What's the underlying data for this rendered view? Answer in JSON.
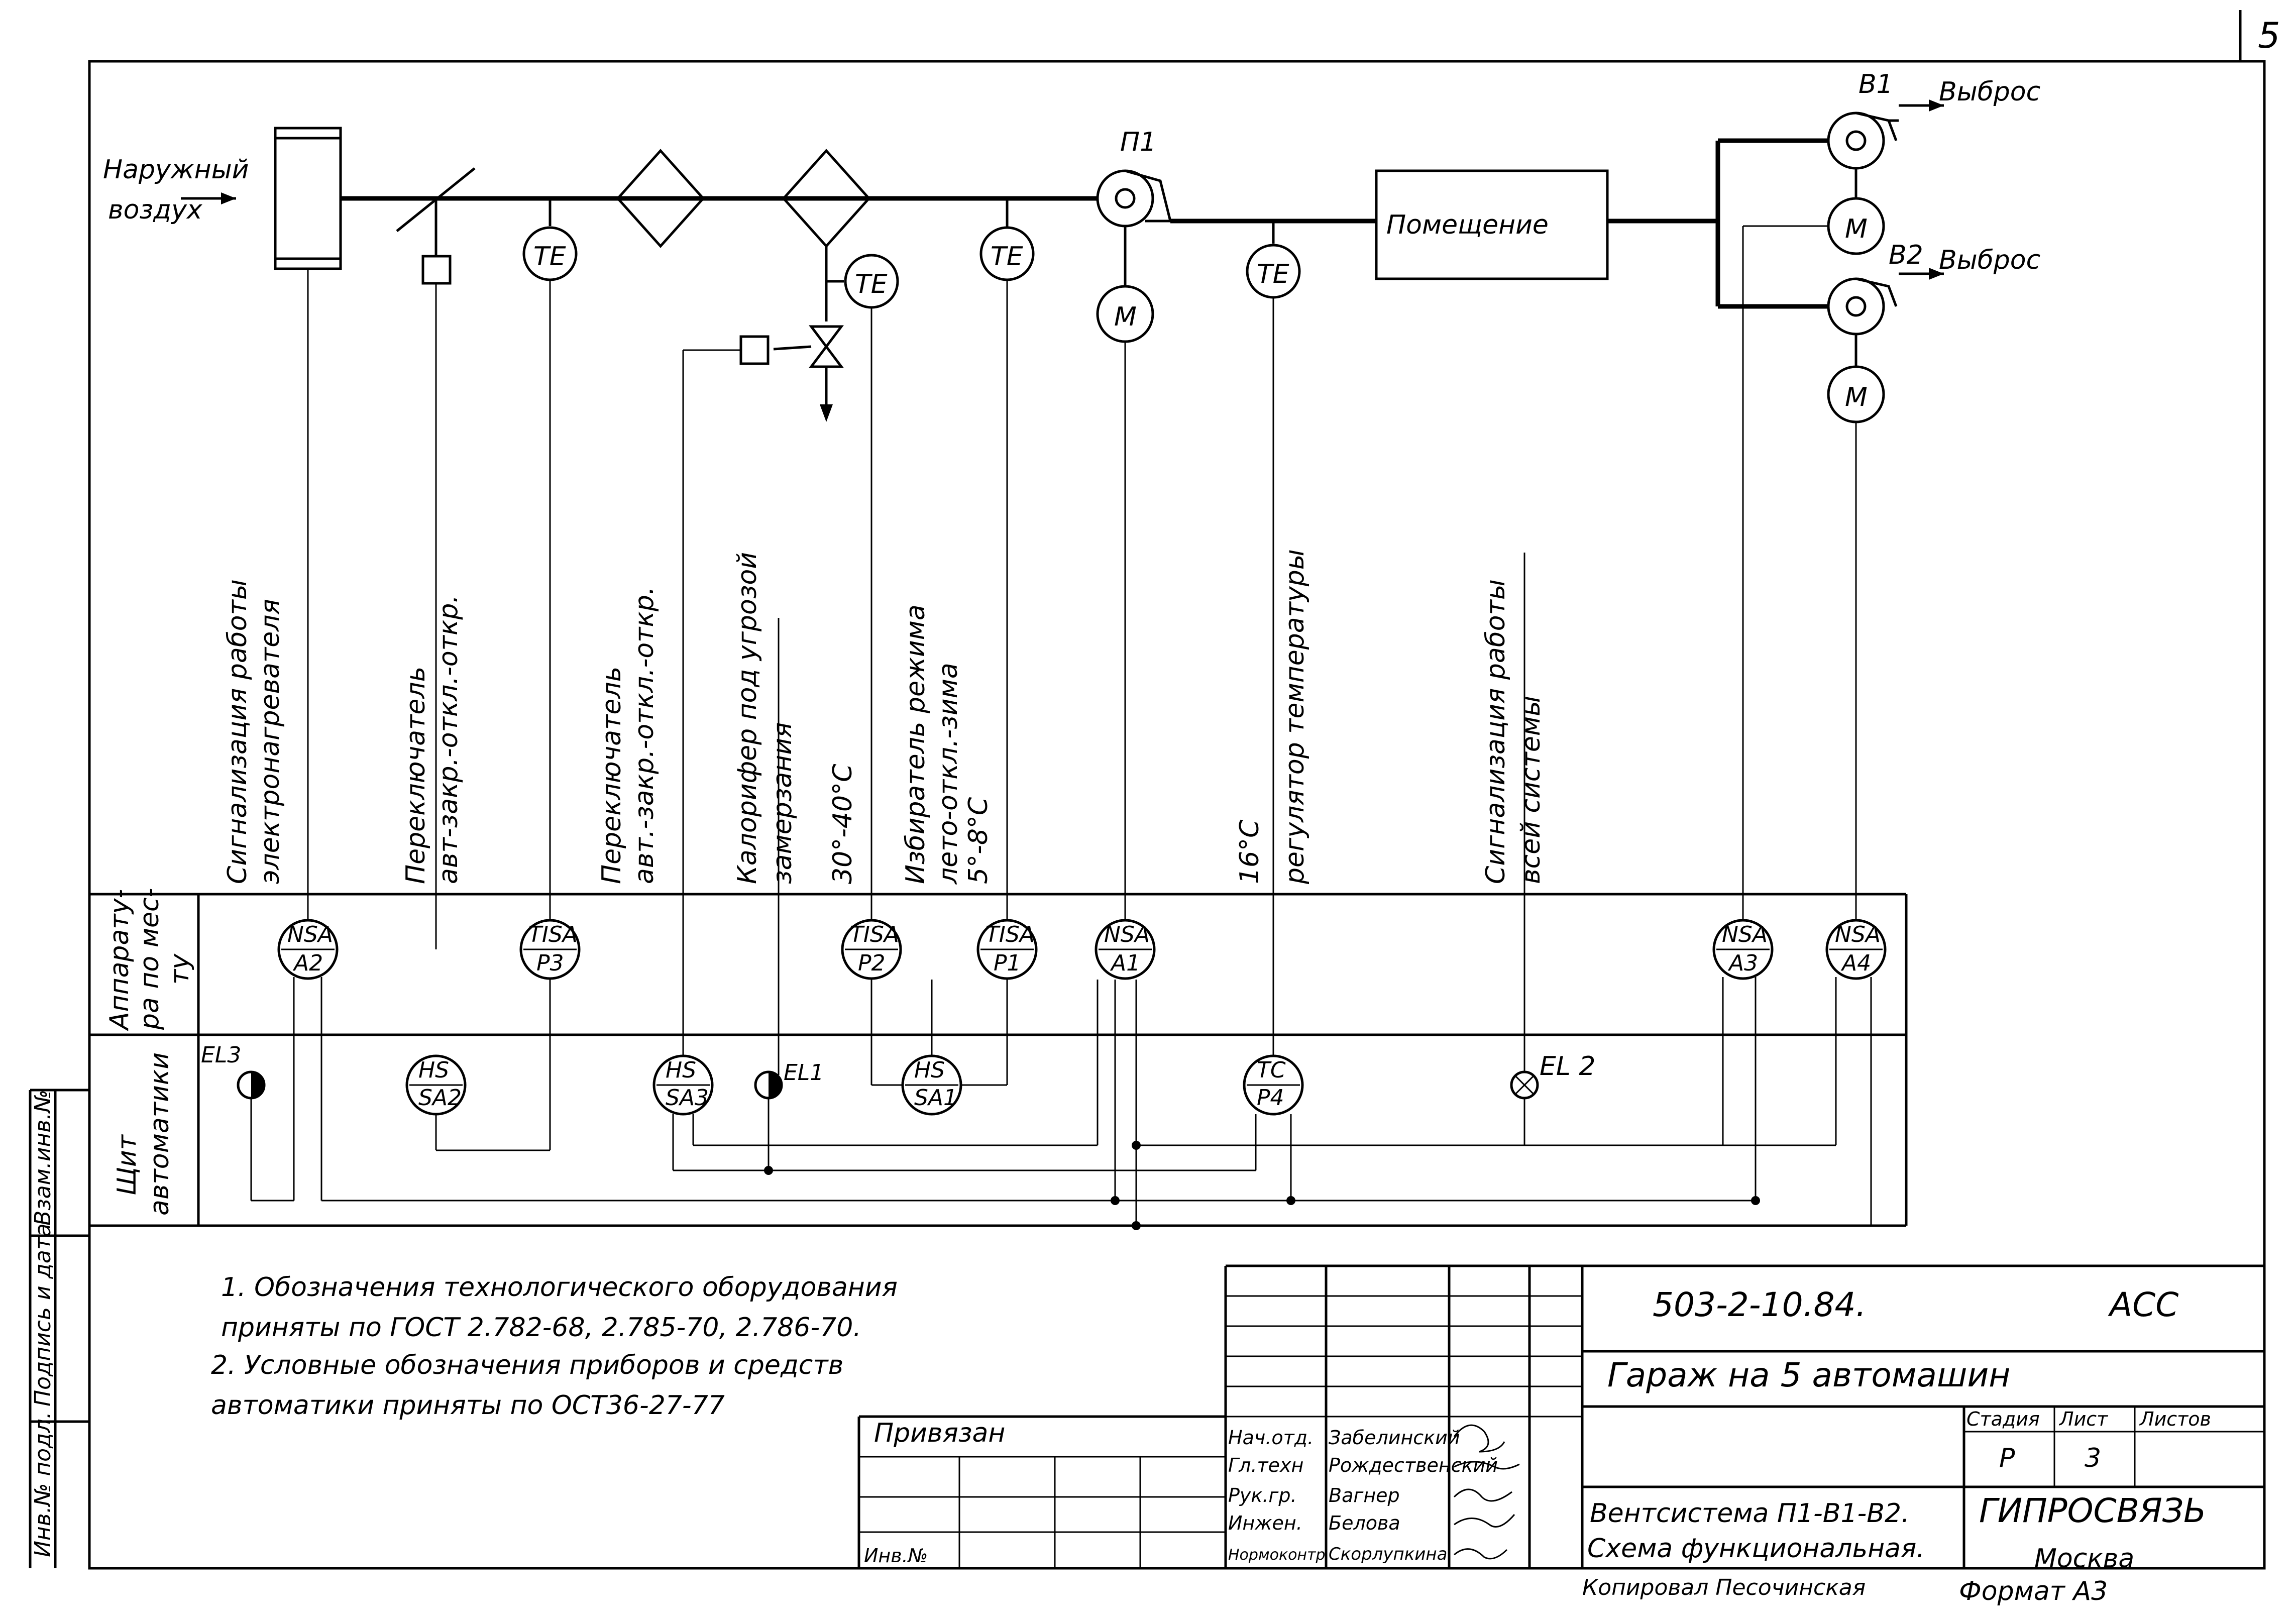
{
  "page_number": "5",
  "inputs": {
    "outside_air": [
      "Наружный",
      "воздух"
    ]
  },
  "equipment": {
    "supply_fan": "П1",
    "exhaust_fan_1": "В1",
    "exhaust_fan_2": "В2",
    "exhaust_label": "Выброс",
    "room": "Помещение",
    "motor": "M",
    "sensor": "TE"
  },
  "vertical_labels": {
    "c1": [
      "Сигнализация работы",
      "электронагревателя"
    ],
    "c2": [
      "Переключатель",
      "авт-закр.-откл.-откр."
    ],
    "c3": [
      "Переключатель",
      "авт.-закр.-откл.-откр."
    ],
    "c4": [
      "Калорифер под угрозой",
      "замерзания"
    ],
    "c5": [
      "30°-40°С"
    ],
    "c6": [
      "Избиратель режима",
      "лето-откл.-зима",
      "5°-8°С"
    ],
    "c7": [
      "16°С"
    ],
    "c8": [
      "регулятор температуры"
    ],
    "c9": [
      "Сигнализация работы",
      "всей системы"
    ]
  },
  "rows": {
    "local": [
      "Аппарату-",
      "ра по мес-",
      "ту"
    ],
    "panel": [
      "Щит",
      "автоматики"
    ]
  },
  "instruments": {
    "nsa_a2": [
      "NSA",
      "A2"
    ],
    "tisa_p3": [
      "TISA",
      "P3"
    ],
    "tisa_p2": [
      "TISA",
      "P2"
    ],
    "tisa_p1": [
      "TISA",
      "P1"
    ],
    "nsa_a1": [
      "NSA",
      "A1"
    ],
    "nsa_a3": [
      "NSA",
      "A3"
    ],
    "nsa_a4": [
      "NSA",
      "A4"
    ],
    "hs_sa2": [
      "HS",
      "SA2"
    ],
    "hs_sa3": [
      "HS",
      "SA3"
    ],
    "hs_sa1": [
      "HS",
      "SA1"
    ],
    "tc_p4": [
      "TC",
      "P4"
    ],
    "el3": "EL3",
    "el1": "EL1",
    "el2": "EL 2"
  },
  "notes": [
    "1.  Обозначения технологического оборудования",
    "     приняты по ГОСТ 2.782-68, 2.785-70, 2.786-70.",
    "2.  Условные обозначения приборов и средств",
    "     автоматики приняты по ОСТ36-27-77"
  ],
  "title_block": {
    "doc_number": "503-2-10.84.",
    "code": "АСС",
    "object": "Гараж на 5 автомашин",
    "privyazan": "Привязан",
    "inv_no": "Инв.№",
    "col_stage": "Стадия",
    "col_sheet": "Лист",
    "col_sheets": "Листов",
    "stage": "Р",
    "sheet": "3",
    "roles": [
      {
        "role": "Нач.отд.",
        "name": "Забелинский"
      },
      {
        "role": "Гл.техн",
        "name": "Рождественский"
      },
      {
        "role": "Рук.гр.",
        "name": "Вагнер"
      },
      {
        "role": "Инжен.",
        "name": "Белова"
      },
      {
        "role": "Нормоконтр",
        "name": "Скорлупкина"
      }
    ],
    "drawing_title_1": "Вентсистема П1-В1-В2.",
    "drawing_title_2": "Схема функциональная.",
    "org": "ГИПРОСВЯЗЬ",
    "city": "Москва",
    "copied": "Копировал  Песочинская",
    "format": "Формат А3"
  },
  "side_stamp": [
    "Инв.№ подл.",
    "Подпись и дата",
    "Взам.инв.№"
  ]
}
